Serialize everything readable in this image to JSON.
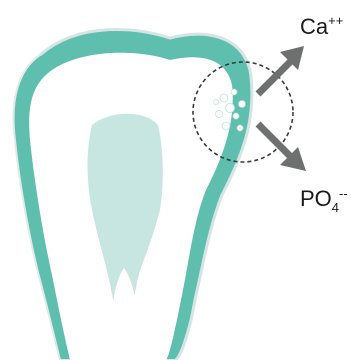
{
  "diagram": {
    "labels": {
      "calcium_base": "Ca",
      "calcium_charge": "++",
      "phosphate_base": "PO",
      "phosphate_subscript": "4",
      "phosphate_charge": "--"
    },
    "colors": {
      "enamel": "#5fbfae",
      "dentin": "#ffffff",
      "pulp": "#c7e6e2",
      "outline": "#dfe9e8",
      "arrow": "#6e7070",
      "zone_border": "#3a3a3a",
      "mineral": "#ffffff",
      "text": "#1a1a1a"
    },
    "icons": [
      "tooth-icon",
      "demineralization-zone-icon",
      "arrow-up-right-icon",
      "arrow-down-right-icon"
    ]
  }
}
